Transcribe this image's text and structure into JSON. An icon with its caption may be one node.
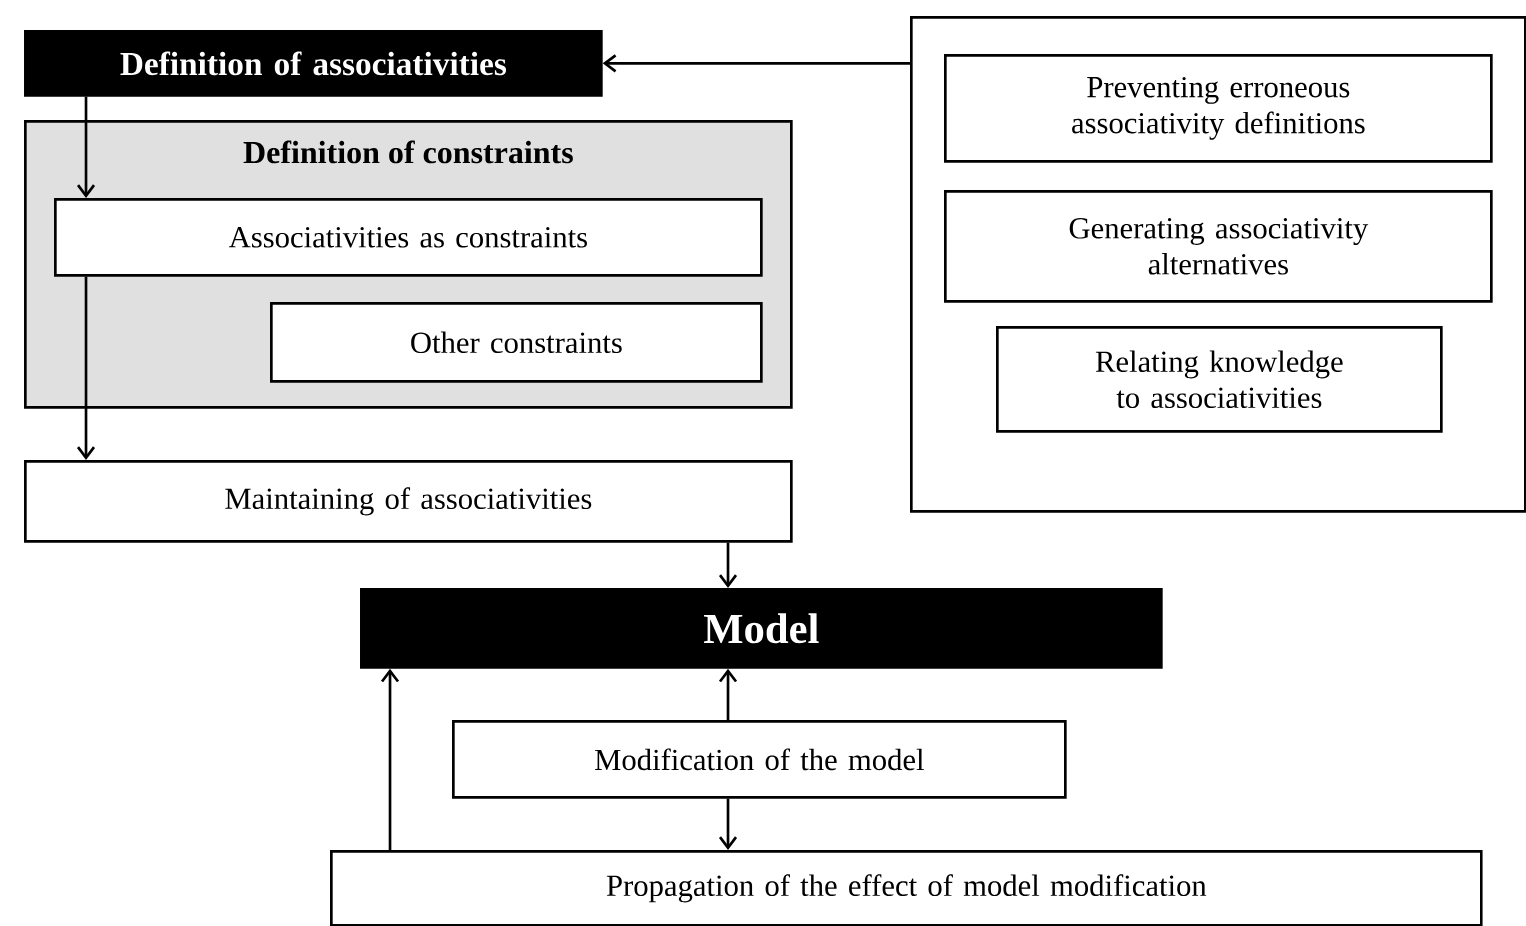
{
  "diagram": {
    "nodes": [
      {
        "text": [
          "Definition of associativities"
        ]
      },
      {
        "text": [
          "Definition of constraints"
        ]
      },
      {
        "text": [
          "Associativities as constraints"
        ],
        "in": 1
      },
      {
        "text": [
          "Other constraints"
        ],
        "in": 1
      },
      {
        "text": [
          "Maintaining of associativities"
        ]
      },
      {
        "text": [],
        "shape": "box"
      },
      {
        "text": [
          "Preventing erroneous associativity definitions"
        ],
        "in": 5
      },
      {
        "text": [
          "Generating associativity alternatives"
        ],
        "in": 5
      },
      {
        "text": [
          "Relating knowledge to associativities"
        ],
        "in": 5
      },
      {
        "text": [
          "Model"
        ]
      },
      {
        "text": [
          "Modification of the model"
        ]
      },
      {
        "text": [
          "Propagation of the effect of model modification"
        ]
      }
    ],
    "edges": [
      {
        "from": 5,
        "to": 0,
        "arrow": "to"
      },
      {
        "from": 0,
        "to": 2,
        "arrow": "to"
      },
      {
        "from": 2,
        "to": 4,
        "arrow": "to"
      },
      {
        "from": 4,
        "to": 9,
        "arrow": "to"
      },
      {
        "from": 10,
        "to": 9,
        "arrow": "to"
      },
      {
        "from": 10,
        "to": 11,
        "arrow": "to"
      },
      {
        "from": 11,
        "to": 9,
        "arrow": "to"
      }
    ]
  }
}
